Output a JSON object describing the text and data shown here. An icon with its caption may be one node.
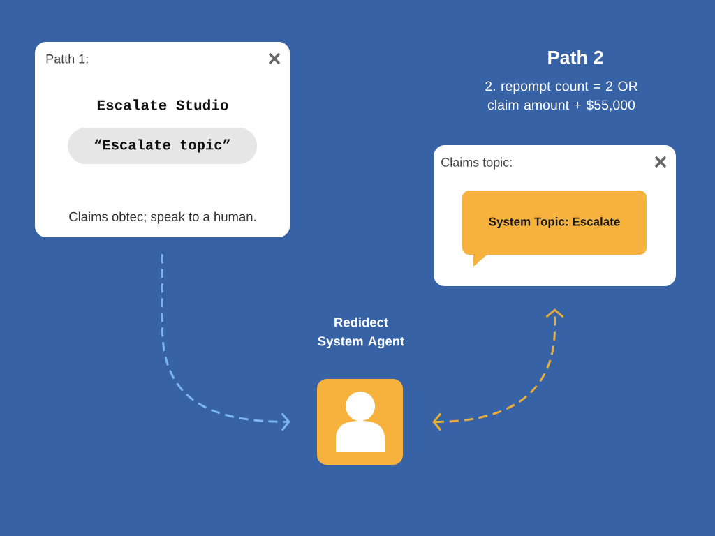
{
  "diagram": {
    "nodes": [
      {
        "text": [
          "Patth 1:",
          "Escalate Studio",
          "Claims obtec; speak to a human."
        ]
      },
      {
        "text": [
          "“Escalate topic”"
        ],
        "in": 0
      },
      {
        "text": [
          "Claims topic:"
        ],
        "beside": [
          "Path 2",
          "2. repompt count = 2 OR claim amount + $55,000"
        ]
      },
      {
        "text": [
          "System Topic: Escalate"
        ],
        "in": 2
      },
      {
        "text": [],
        "shape": "person",
        "beside": [
          "Redidect System Agent"
        ]
      }
    ],
    "edges": [
      {
        "from": 0,
        "to": 4,
        "arrow": "to",
        "style": "dashed",
        "color": "#7ab6ee"
      },
      {
        "from": 4,
        "to": 2,
        "arrow": "both",
        "style": "dashed",
        "color": "#e8ad3a"
      }
    ]
  }
}
